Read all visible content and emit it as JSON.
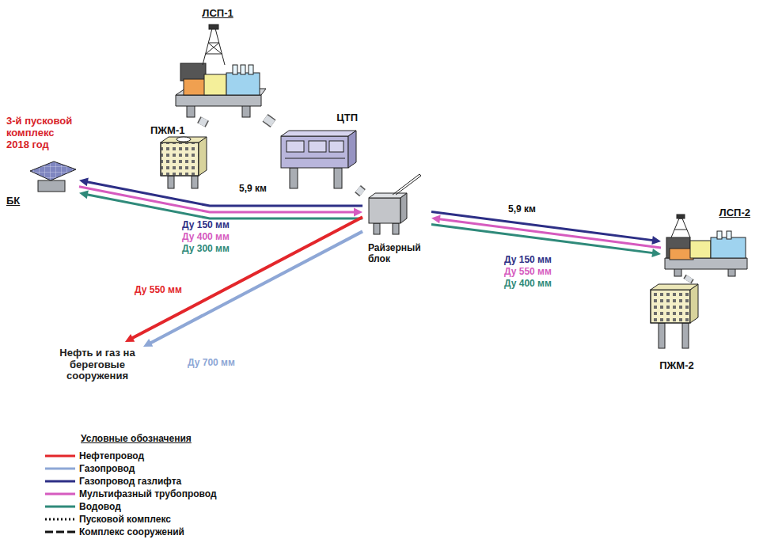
{
  "diagram": {
    "nodes": [
      {
        "text": [
          "ЛСП-1"
        ]
      },
      {
        "text": [
          "ПЖМ-1"
        ]
      },
      {
        "text": [
          "ЦТП"
        ]
      },
      {
        "text": [
          "Райзерный блок"
        ]
      },
      {
        "text": [
          "3-й пусковой комплекс 2018 год",
          "БК"
        ]
      },
      {
        "text": [
          "ЛСП-2"
        ]
      },
      {
        "text": [
          "ПЖМ-2"
        ]
      },
      {
        "text": [
          "Нефть и газ на береговые сооружения"
        ]
      }
    ],
    "edges": [
      {
        "from": 0,
        "to": 1,
        "arrow": "none"
      },
      {
        "from": 0,
        "to": 2,
        "arrow": "none"
      },
      {
        "from": 2,
        "to": 3,
        "arrow": "none"
      },
      {
        "from": 3,
        "to": 4,
        "arrow": "to",
        "label": "Ду 150 мм"
      },
      {
        "from": 4,
        "to": 3,
        "arrow": "to",
        "label": "Ду 400 мм"
      },
      {
        "from": 3,
        "to": 4,
        "arrow": "to",
        "label": "Ду 300 мм"
      },
      {
        "from": 3,
        "to": 5,
        "arrow": "to",
        "label": "Ду 150 мм"
      },
      {
        "from": 5,
        "to": 3,
        "arrow": "to",
        "label": "Ду 550 мм"
      },
      {
        "from": 3,
        "to": 5,
        "arrow": "to",
        "label": "Ду 400 мм"
      },
      {
        "from": 3,
        "to": 7,
        "arrow": "to",
        "label": "Ду 550 мм"
      },
      {
        "from": 3,
        "to": 7,
        "arrow": "to",
        "label": "Ду 700 мм"
      },
      {
        "from": 5,
        "to": 6,
        "arrow": "none"
      }
    ],
    "labels": [
      "5,9 км",
      "5,9 км",
      "Условные обозначения"
    ],
    "legend": [
      {
        "text": "Нефтепровод",
        "color": "#e3262b"
      },
      {
        "text": "Газопровод",
        "color": "#8ea7d6"
      },
      {
        "text": "Газопровод газлифта",
        "color": "#2d2f86"
      },
      {
        "text": "Мультифазный трубопровод",
        "color": "#d65bbf"
      },
      {
        "text": "Водовод",
        "color": "#2f8a7a"
      },
      {
        "text": "Пусковой комплекс"
      },
      {
        "text": "Комплекс сооружений"
      }
    ]
  }
}
